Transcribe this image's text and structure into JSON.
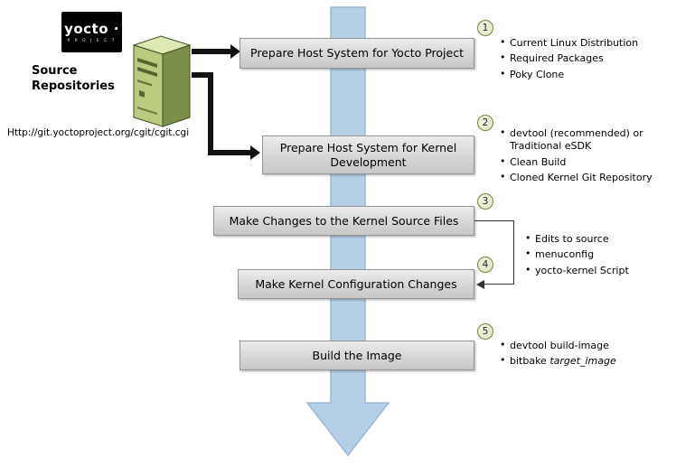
{
  "logo": {
    "brand": "yocto ·",
    "sub": "P R O J E C T"
  },
  "left_panel": {
    "title_line1": "Source",
    "title_line2": "Repositories",
    "url": "Http://git.yoctoproject.org/cgit/cgit.cgi"
  },
  "steps": [
    {
      "num": "1",
      "label": "Prepare Host System for Yocto Project"
    },
    {
      "num": "2",
      "label": "Prepare Host System for Kernel Development"
    },
    {
      "num": "3",
      "label": "Make Changes to the Kernel Source Files"
    },
    {
      "num": "4",
      "label": "Make Kernel Configuration Changes"
    },
    {
      "num": "5",
      "label": "Build the Image"
    }
  ],
  "notes": {
    "step1": [
      "Current Linux Distribution",
      "Required Packages",
      "Poky Clone"
    ],
    "step2": [
      "devtool (recommended) or Traditional eSDK",
      "Clean Build",
      "Cloned Kernel Git Repository"
    ],
    "step34": [
      "Edits to source",
      "menuconfig",
      "yocto-kernel Script"
    ],
    "step5_first": "devtool build-image",
    "step5_cmd": "bitbake ",
    "step5_arg": "target_image"
  },
  "colors": {
    "flow_arrow": "#b5cfe7",
    "flow_arrow_border": "#9ab8d4",
    "box_border": "#959595",
    "circle_fill": "#e3ead0",
    "circle_border": "#76863e"
  }
}
